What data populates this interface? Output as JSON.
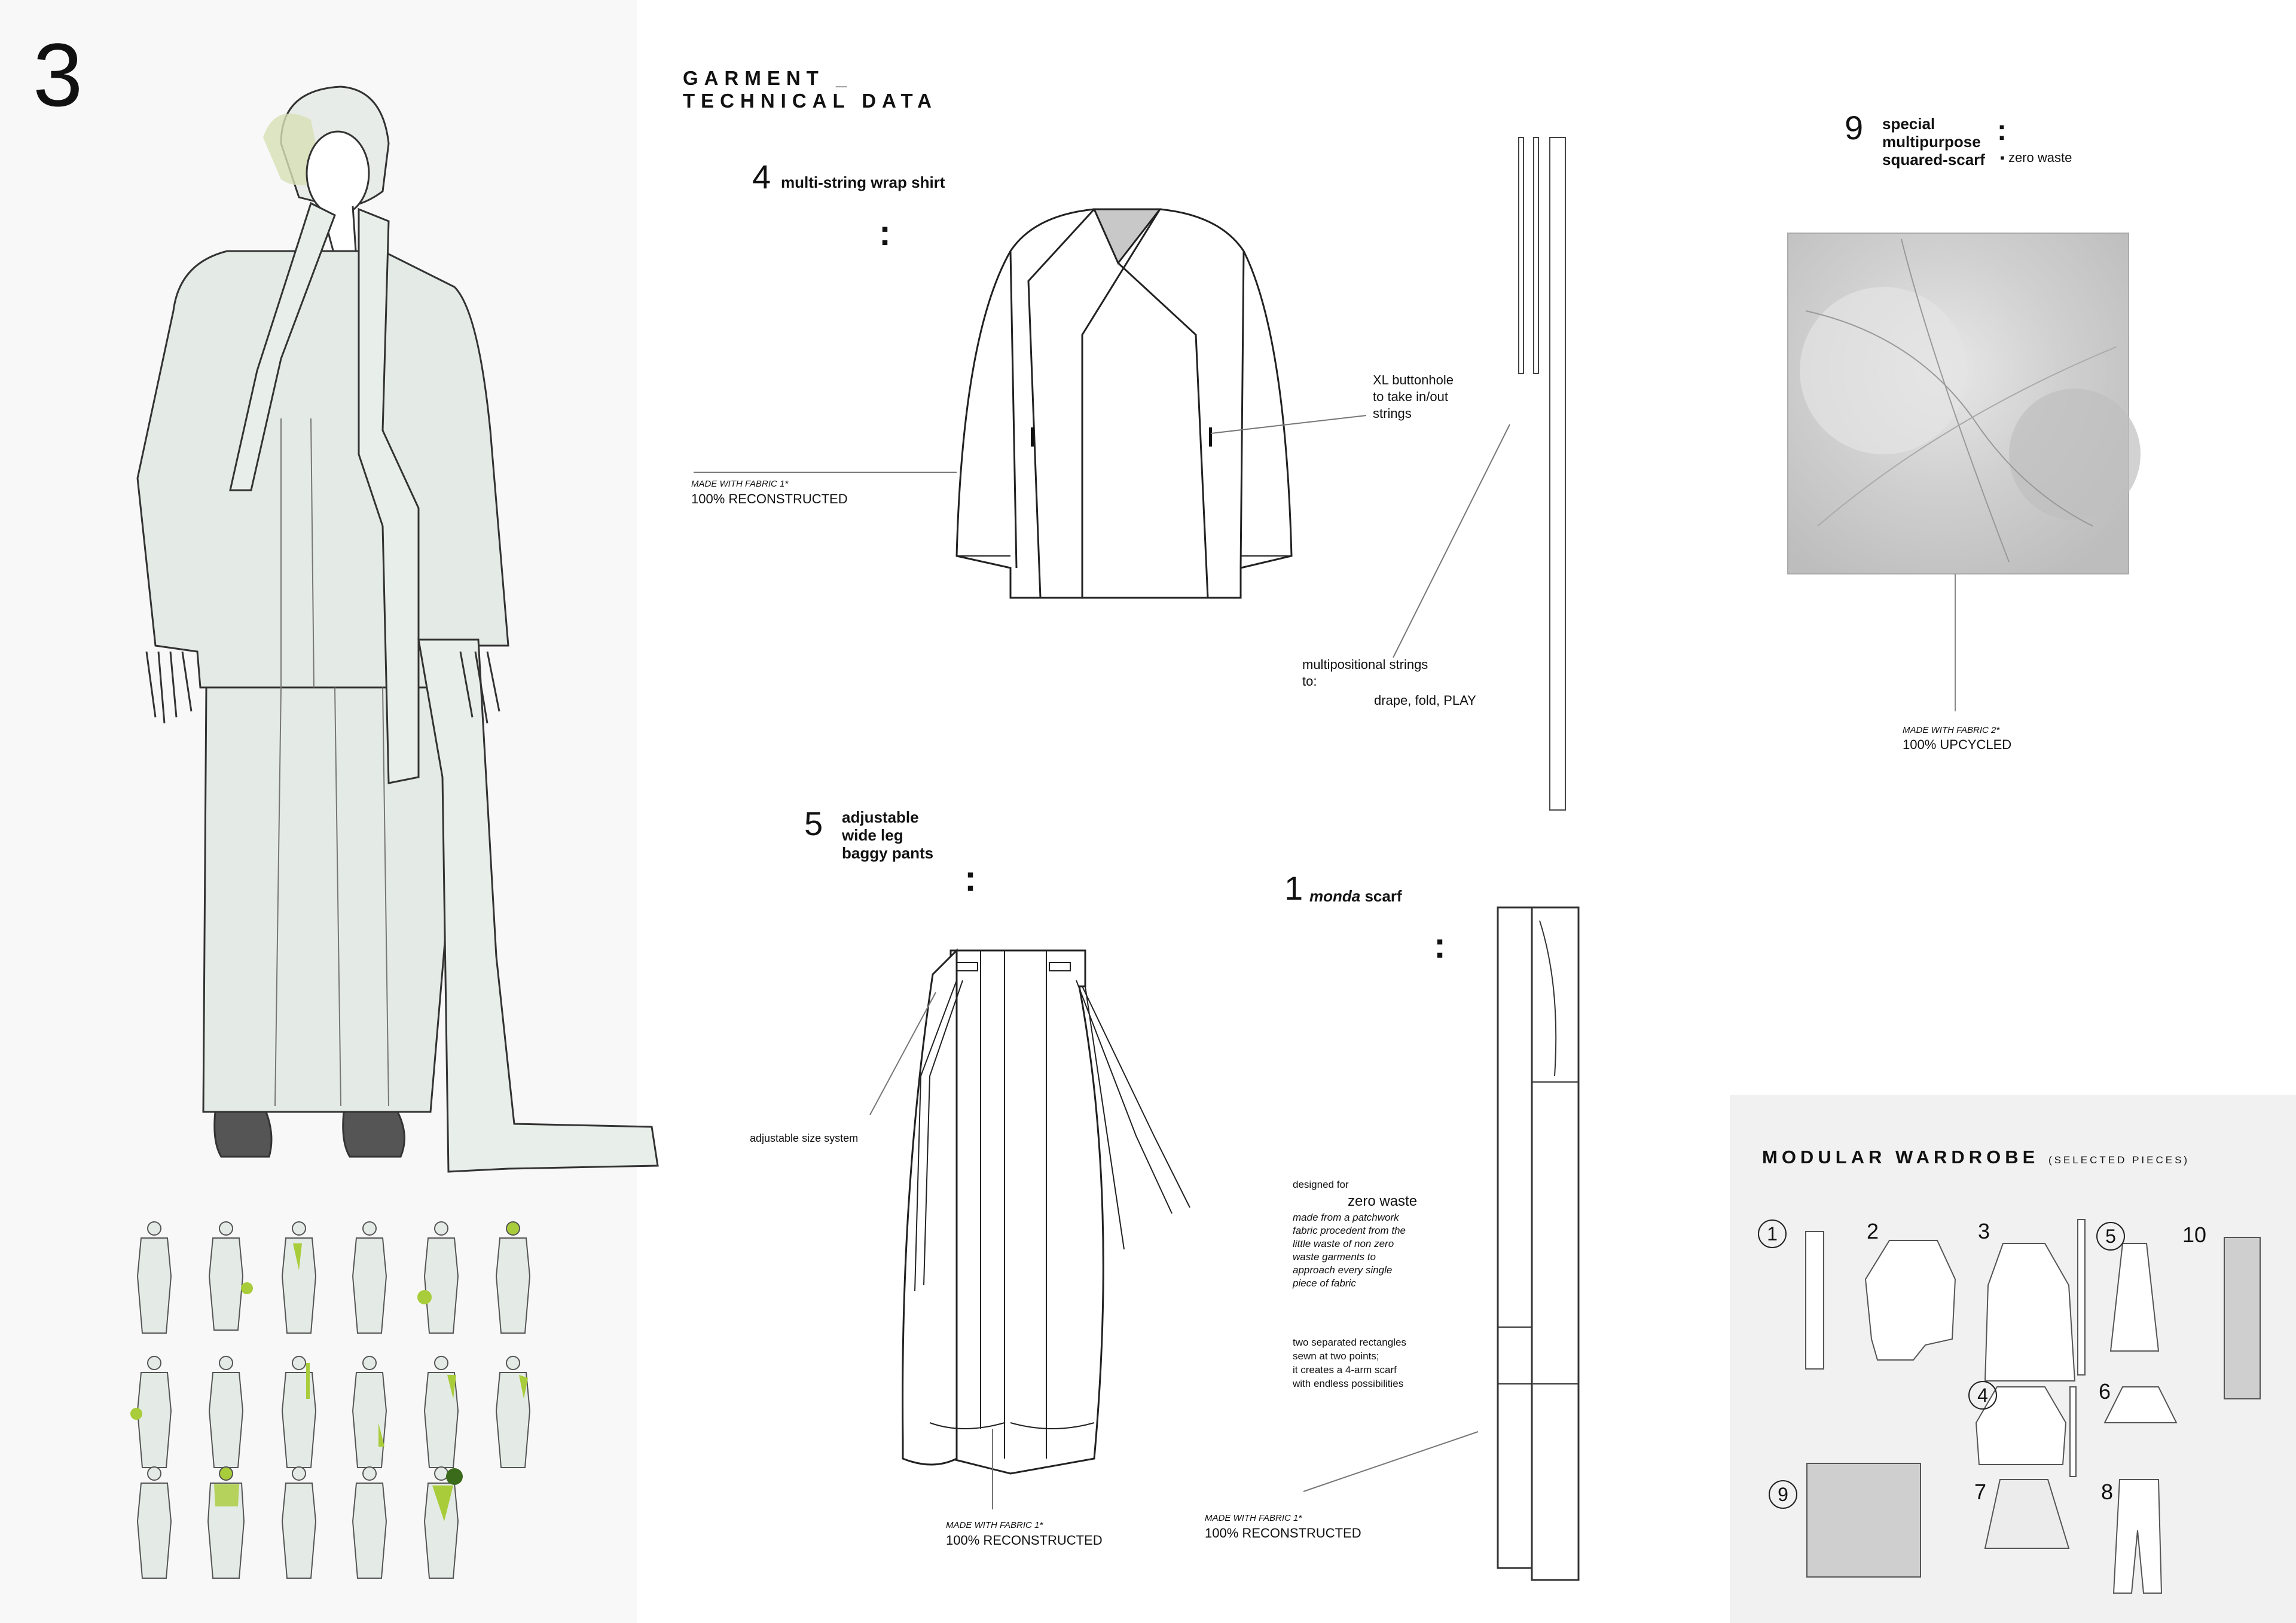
{
  "page_number": "3",
  "header": {
    "line1": "GARMENT _",
    "line2": "TECHNICAL DATA"
  },
  "garments": {
    "shirt": {
      "number": "4",
      "name": "multi-string wrap shirt",
      "colon": ":",
      "made_with": "MADE WITH FABRIC 1*",
      "material": "100% RECONSTRUCTED",
      "buttonhole_note": [
        "XL buttonhole",
        "to take in/out",
        "strings"
      ],
      "strings_note": [
        "multipositional strings",
        "to:",
        "drape, fold, PLAY"
      ]
    },
    "square_scarf": {
      "number": "9",
      "name": [
        "special",
        "multipurpose",
        "squared-scarf"
      ],
      "colon": ":",
      "bullet_note": "zero waste",
      "made_with": "MADE WITH FABRIC 2*",
      "material": "100% UPCYCLED"
    },
    "pants": {
      "number": "5",
      "name": [
        "adjustable",
        "wide leg",
        "baggy pants"
      ],
      "colon": ":",
      "size_note": "adjustable size system",
      "made_with": "MADE WITH FABRIC 1*",
      "material": "100% RECONSTRUCTED"
    },
    "monda_scarf": {
      "number": "1",
      "name_italic": "monda",
      "name_rest": "scarf",
      "colon": ":",
      "designed_for": "designed for",
      "zero_waste": "zero waste",
      "desc": [
        "made from a patchwork",
        "fabric procedent from the",
        "little waste of non zero",
        "waste garments to",
        "approach every single",
        "piece of fabric"
      ],
      "rect_note": [
        "two separated rectangles",
        "sewn at two points;",
        "it creates a 4-arm scarf",
        "with endless possibilities"
      ],
      "made_with": "MADE WITH FABRIC 1*",
      "material": "100% RECONSTRUCTED"
    }
  },
  "modular_wardrobe": {
    "title": "MODULAR WARDROBE",
    "subtitle": "(SELECTED PIECES)",
    "pieces": [
      "1",
      "2",
      "3",
      "5",
      "10",
      "4",
      "6",
      "9",
      "7",
      "8"
    ]
  },
  "colors": {
    "garment_fill": "#e4ebe7",
    "accent_green": "#a8cc3a",
    "scarf_gray": "#cfcfcf"
  }
}
